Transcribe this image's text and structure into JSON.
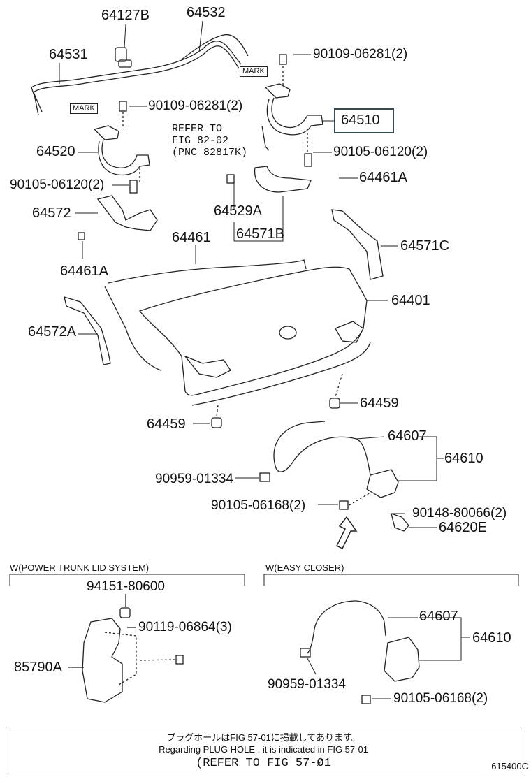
{
  "labels": {
    "p64127B": "64127B",
    "p64532": "64532",
    "p64531": "64531",
    "p90109a": "90109-06281(2)",
    "p90109b": "90109-06281(2)",
    "p64510": "64510",
    "p64520": "64520",
    "p90105a": "90105-06120(2)",
    "p90105b": "90105-06120(2)",
    "p64461A_r": "64461A",
    "p64572": "64572",
    "p64529A": "64529A",
    "p64571B": "64571B",
    "p64461": "64461",
    "p64461A_l": "64461A",
    "p64571C": "64571C",
    "p64401": "64401",
    "p64572A": "64572A",
    "p64459_r": "64459",
    "p64459_l": "64459",
    "p64607": "64607",
    "p64610": "64610",
    "p90959": "90959-01334",
    "p90105c": "90105-06168(2)",
    "p90148": "90148-80066(2)",
    "p64620E": "64620E",
    "p94151": "94151-80600",
    "p90119": "90119-06864(3)",
    "p85790A": "85790A",
    "p64607b": "64607",
    "p64610b": "64610",
    "p90959b": "90959-01334",
    "p90105d": "90105-06168(2)"
  },
  "marks": [
    "MARK",
    "MARK"
  ],
  "refer": "REFER TO\nFIG 82-02\n(PNC 82817K)",
  "sections": {
    "power": "W(POWER TRUNK LID SYSTEM)",
    "closer": "W(EASY CLOSER)"
  },
  "note": {
    "jp": "プラグホールはFIG 57-01に掲載してあります。",
    "en": "Regarding  PLUG  HOLE , it is indicated in FIG  57-01",
    "ref": "(REFER  TO  FIG  57-Ø1"
  },
  "code": "615400C",
  "highlight_color": "#3a4a55"
}
